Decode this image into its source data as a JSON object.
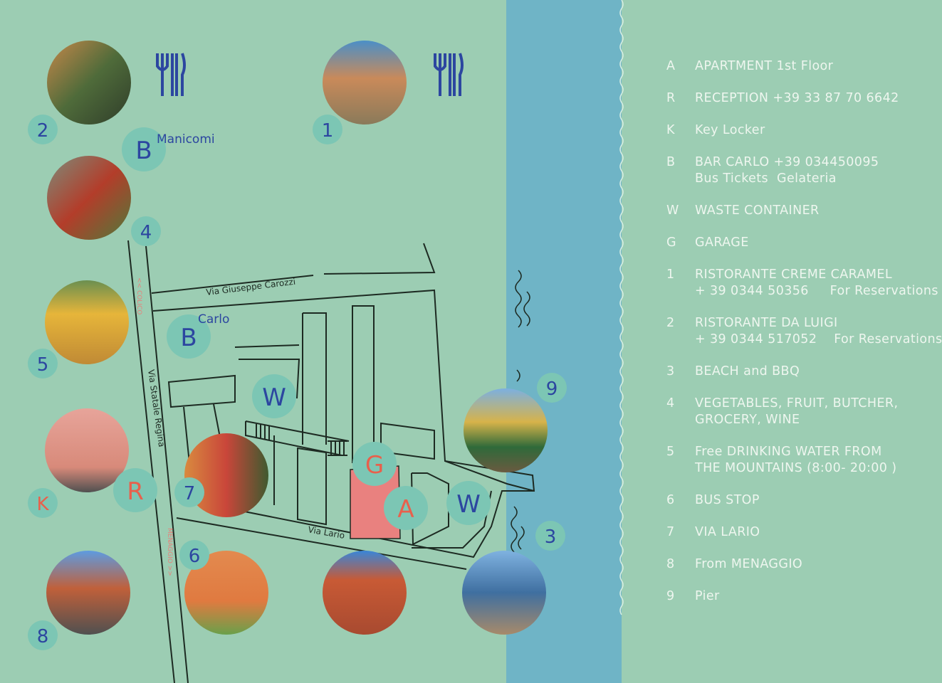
{
  "map": {
    "streets": {
      "carozzi": "Via Giuseppe Carozzi",
      "statale": "Via Statale Regina",
      "lario": "Via Lario",
      "to_colico": "<< COLICO",
      "to_menaggio": "MENAGGIO >>"
    },
    "labels": {
      "manicomi": "Manicomi",
      "carlo": "Carlo"
    },
    "markers": {
      "m1": "1",
      "m2": "2",
      "m3": "3",
      "m4": "4",
      "m5": "5",
      "m6": "6",
      "m7": "7",
      "m8": "8",
      "m9": "9",
      "b1": "B",
      "b2": "B",
      "w1": "W",
      "w2": "W",
      "g": "G",
      "a": "A",
      "r": "R",
      "k": "K"
    },
    "colors": {
      "land": "#9ccdb3",
      "lake": "#6fb4c6",
      "marker": "#7cc6b4",
      "blue_text": "#2c46a0",
      "red_text": "#e8604c",
      "garage": "#e9817f"
    }
  },
  "legend": [
    {
      "key": "A",
      "lines": [
        "APARTMENT 1st Floor"
      ]
    },
    {
      "key": "R",
      "lines": [
        "RECEPTION +39 33 87 70 6642"
      ]
    },
    {
      "key": "K",
      "lines": [
        "Key Locker"
      ]
    },
    {
      "key": "B",
      "lines": [
        "BAR CARLO +39 034450095",
        "Bus Tickets  Gelateria"
      ]
    },
    {
      "key": "W",
      "lines": [
        "WASTE CONTAINER"
      ]
    },
    {
      "key": "G",
      "lines": [
        "GARAGE"
      ]
    },
    {
      "key": "1",
      "lines": [
        "RISTORANTE CREME CARAMEL",
        "+ 39 0344 50356     For Reservations"
      ]
    },
    {
      "key": "2",
      "lines": [
        "RISTORANTE DA LUIGI",
        "+ 39 0344 517052    For Reservations"
      ]
    },
    {
      "key": "3",
      "lines": [
        "BEACH and BBQ"
      ]
    },
    {
      "key": "4",
      "lines": [
        "VEGETABLES, FRUIT, BUTCHER,",
        "GROCERY, WINE"
      ]
    },
    {
      "key": "5",
      "lines": [
        "Free DRINKING WATER FROM",
        "THE MOUNTAINS (8:00- 20:00 )"
      ]
    },
    {
      "key": "6",
      "lines": [
        "BUS STOP"
      ]
    },
    {
      "key": "7",
      "lines": [
        "VIA LARIO"
      ]
    },
    {
      "key": "8",
      "lines": [
        "From MENAGGIO"
      ]
    },
    {
      "key": "9",
      "lines": [
        "Pier"
      ]
    }
  ]
}
